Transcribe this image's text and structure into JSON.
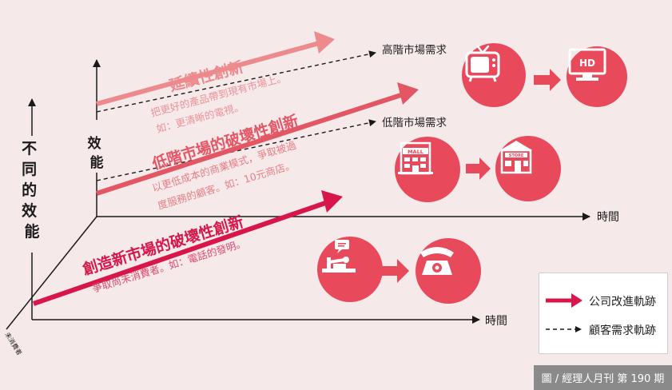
{
  "axes": {
    "y_outer_label": "不同的效能",
    "y_inner_label": "效能",
    "time_upper": "時間",
    "time_lower": "時間",
    "depth_label": "未消費者"
  },
  "tracks": {
    "sustaining": {
      "title": "延續性創新",
      "desc_line1": "把更好的產品帶到現有市場上。",
      "desc_line2": "如：更清晰的電視。",
      "demand_label": "高階市場需求"
    },
    "low_end": {
      "title": "低階市場的破壞性創新",
      "desc_line1": "以更低成本的商業模式，爭取被過",
      "desc_line2": "度服務的顧客。如：10元商店。",
      "demand_label": "低階市場需求"
    },
    "new_market": {
      "title": "創造新市場的破壞性創新",
      "desc_line1": "爭取尚未消費者。如：電話的發明。"
    }
  },
  "icons": {
    "tv_old": "retro-tv-icon",
    "tv_hd": "hd-monitor-icon",
    "hd_text": "HD",
    "mall": "mall-building-icon",
    "mall_text": "MALL",
    "store": "store-icon",
    "store_text": "STORE",
    "telegraph": "telegraph-icon",
    "phone": "telephone-icon"
  },
  "legend": {
    "company_path": "公司改進軌跡",
    "customer_demand": "顧客需求軌跡"
  },
  "credit": "圖 / 經理人月刊 第 190 期",
  "colors": {
    "background": "#f6e9ea",
    "accent_light": "#ec8a8d",
    "accent_mid": "#e35765",
    "accent_dark": "#d7164a",
    "circle": "#e84a5c",
    "axis": "#1a1a1a"
  }
}
